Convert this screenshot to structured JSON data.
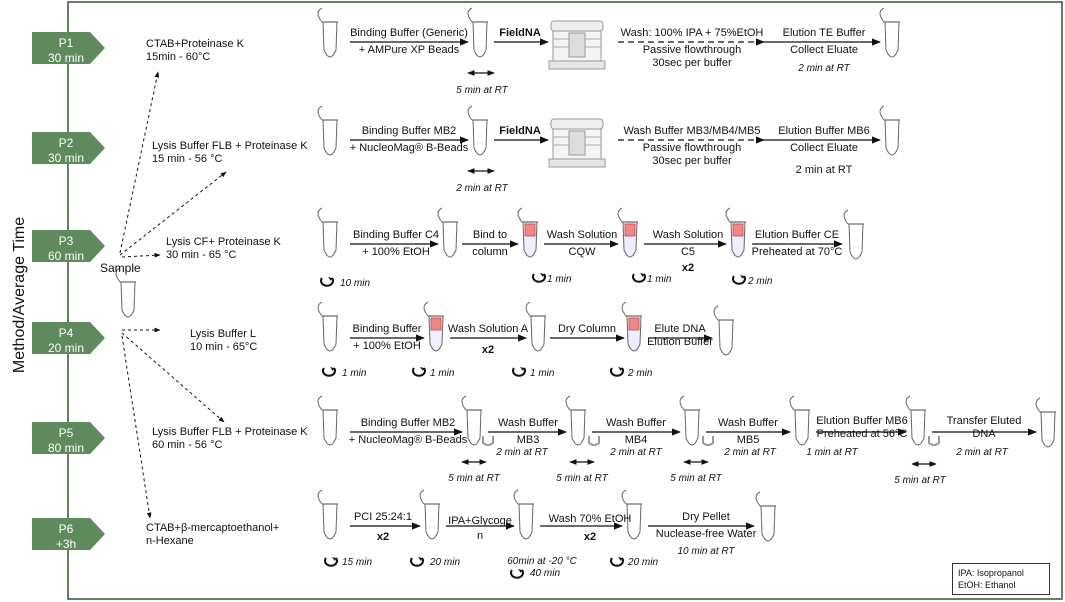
{
  "y_axis_label": "Method/Average Time",
  "sample_label": "Sample",
  "colors": {
    "arrow_fill": "#5e8a5e",
    "border": "#2e5a2e",
    "tube_red": "#d04040"
  },
  "protocols": [
    {
      "id": "P1",
      "time": "30 min",
      "lysis_1": "CTAB+Proteinase K",
      "lysis_2": "15min - 60°C",
      "steps": {
        "bind_1": "Binding Buffer (Generic)",
        "bind_2": "+ AMPure XP Beads",
        "bind_time": "5 min at RT",
        "device": "FieldNA",
        "wash_1": "Wash: 100% IPA + 75%EtOH",
        "wash_2": "Passive flowthrough",
        "wash_3": "30sec per buffer",
        "elute_1": "Elution TE Buffer",
        "elute_2": "Collect Eluate",
        "elute_time": "2 min at RT"
      }
    },
    {
      "id": "P2",
      "time": "30 min",
      "lysis_1": "Lysis Buffer FLB + Proteinase K",
      "lysis_2": "15 min - 56 °C",
      "steps": {
        "bind_1": "Binding Buffer MB2",
        "bind_2": "+ NucleoMag® B-Beads",
        "bind_time": "2 min at RT",
        "device": "FieldNA",
        "wash_1": "Wash Buffer MB3/MB4/MB5",
        "wash_2": "Passive flowthrough",
        "wash_3": "30sec per buffer",
        "elute_1": "Elution Buffer MB6",
        "elute_2": "Collect Eluate",
        "elute_time": "2 min at RT"
      }
    },
    {
      "id": "P3",
      "time": "60 min",
      "lysis_1": "Lysis CF+ Proteinase K",
      "lysis_2": "30 min - 65 °C",
      "steps": {
        "bind_1": "Binding Buffer C4",
        "bind_2": "+ 100% EtOH",
        "bind_time": "10 min",
        "col_1": "Bind to",
        "col_2": "column",
        "col_time": "1 min",
        "wash1_1": "Wash Solution",
        "wash1_2": "CQW",
        "wash1_time": "1 min",
        "wash2_1": "Wash Solution",
        "wash2_2": "C5",
        "wash2_x": "x2",
        "wash2_time": "2 min",
        "elute_1": "Elution Buffer CE",
        "elute_2": "Preheated at 70°C"
      }
    },
    {
      "id": "P4",
      "time": "20 min",
      "lysis_1": "Lysis Buffer L",
      "lysis_2": "10 min - 65°C",
      "steps": {
        "bind_1": "Binding Buffer",
        "bind_2": "+ 100% EtOH",
        "bind_time": "1 min",
        "wash_1": "Wash Solution A",
        "wash_x": "x2",
        "wash_time": "1 min",
        "dry_1": "Dry Column",
        "dry_time": "1 min",
        "elute_1": "Elute DNA",
        "elute_2": "Elution Buffer",
        "elute_time": "2 min"
      }
    },
    {
      "id": "P5",
      "time": "80 min",
      "lysis_1": "Lysis Buffer FLB + Proteinase K",
      "lysis_2": "60 min - 56 °C",
      "steps": {
        "bind_1": "Binding Buffer MB2",
        "bind_2": "+ NucleoMag® B-Beads",
        "bind_time": "5 min at RT",
        "w1_1": "Wash Buffer",
        "w1_2": "MB3",
        "w1_time": "2 min at RT",
        "w1_rt": "5 min at RT",
        "w2_1": "Wash Buffer",
        "w2_2": "MB4",
        "w2_time": "2 min at RT",
        "w2_rt": "5 min at RT",
        "w3_1": "Wash Buffer",
        "w3_2": "MB5",
        "w3_time": "2 min at RT",
        "elute_1": "Elution Buffer MB6",
        "elute_2": "Preheated at 56°C",
        "elute_time": "1 min at RT",
        "elute_rt": "5 min at RT",
        "transfer_1": "Transfer Eluted",
        "transfer_2": "DNA",
        "transfer_time": "2 min at RT"
      }
    },
    {
      "id": "P6",
      "time": "+3h",
      "lysis_1": "CTAB+β-mercaptoethanol+",
      "lysis_2": "n-Hexane",
      "steps": {
        "pci": "PCI 25:24:1",
        "pci_x": "x2",
        "pci_time": "15 min",
        "t2_time": "20 min",
        "ipa_1": "IPA+Glycoge",
        "ipa_2": "n",
        "ipa_time1": "60min at -20 °C",
        "ipa_time2": "40 min",
        "wash": "Wash 70% EtOH",
        "wash_x": "x2",
        "wash_time": "20 min",
        "dry_1": "Dry Pellet",
        "dry_2": "Nuclease-free Water",
        "dry_time": "10 min at RT"
      }
    }
  ],
  "legend": [
    "IPA: Isopropanol",
    "EtOH: Ethanol"
  ]
}
